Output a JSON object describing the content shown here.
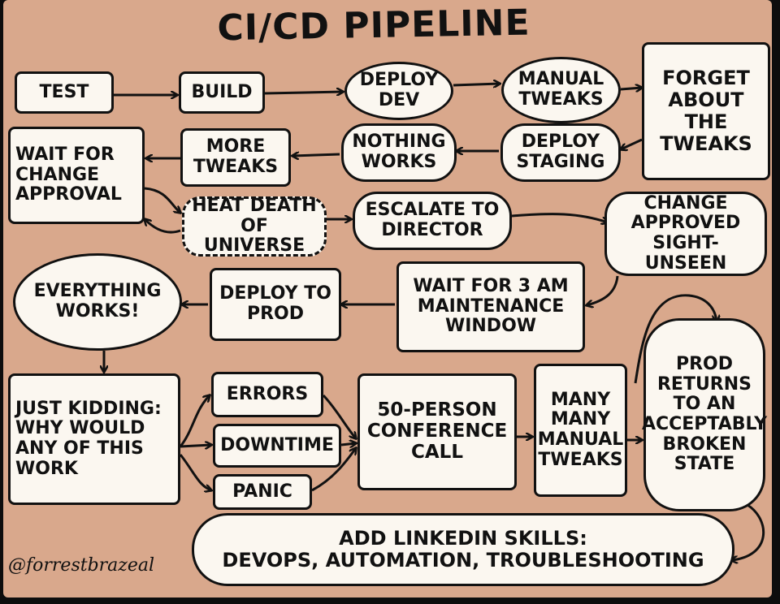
{
  "title": "CI/CD PIPELINE",
  "nodes": {
    "test": "TEST",
    "build": "BUILD",
    "deploy_dev": "DEPLOY\nDEV",
    "manual_tweaks": "MANUAL\nTWEAKS",
    "forget_tweaks": "FORGET\nABOUT\nTHE\nTWEAKS",
    "deploy_staging": "DEPLOY\nSTAGING",
    "nothing_works": "NOTHING\nWORKS",
    "more_tweaks": "MORE\nTWEAKS",
    "wait_change_approval": "WAIT FOR\nCHANGE\nAPPROVAL",
    "heat_death": "HEAT DEATH\nOF UNIVERSE",
    "escalate_director": "ESCALATE TO\nDIRECTOR",
    "change_approved": "CHANGE\nAPPROVED\nSIGHT- UNSEEN",
    "wait_3am": "WAIT FOR 3 AM\nMAINTENANCE\nWINDOW",
    "deploy_prod": "DEPLOY TO\nPROD",
    "everything_works": "EVERYTHING\nWORKS!",
    "just_kidding": "JUST KIDDING:\nWHY WOULD\nANY OF THIS\nWORK",
    "errors": "ERRORS",
    "downtime": "DOWNTIME",
    "panic": "PANIC",
    "conference_call": "50-PERSON\nCONFERENCE\nCALL",
    "many_tweaks": "MANY\nMANY\nMANUAL\nTWEAKS",
    "prod_returns": "PROD\nRETURNS\nTO AN\nACCEPTABLY\nBROKEN\nSTATE",
    "linkedin": "ADD LINKEDIN SKILLS:\nDEVOPS, AUTOMATION, TROUBLESHOOTING"
  },
  "credit": "@forrestbrazeal",
  "colors": {
    "background": "#d9a88c",
    "box_fill": "#fbf7f0",
    "ink": "#111111"
  }
}
